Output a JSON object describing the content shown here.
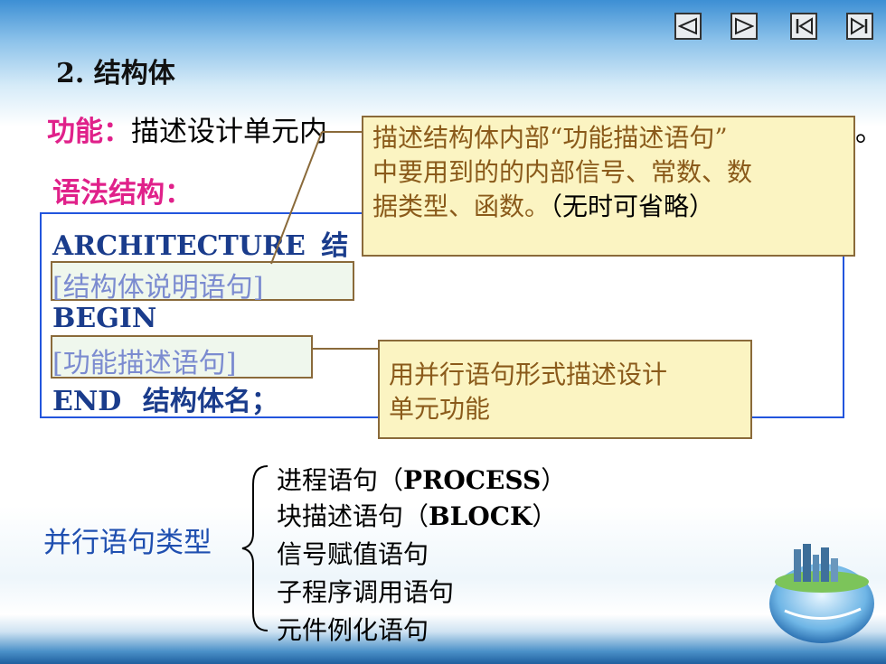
{
  "nav": {
    "buttons": [
      {
        "name": "prev-button",
        "icon": "triangle-left-icon"
      },
      {
        "name": "next-button",
        "icon": "triangle-right-icon"
      },
      {
        "name": "first-button",
        "icon": "skip-first-icon"
      },
      {
        "name": "last-button",
        "icon": "skip-last-icon"
      }
    ]
  },
  "slide": {
    "title": "2. 结构体",
    "function_label": "功能：",
    "function_text_visible": "描述设计单元内",
    "function_tail": "。",
    "syntax_label": "语法结构：",
    "code": {
      "line1_keyword": "ARCHITECTURE",
      "line1_name": "结",
      "line2": "[结构体说明语句]",
      "line3": "BEGIN",
      "line4": "[功能描述语句]",
      "line5_keyword": "END",
      "line5_rest": "结构体名；"
    },
    "callout_top": {
      "line1": "描述结构体内部“功能描述语句”",
      "line2": "中要用到的的内部信号、常数、数",
      "line3_main": "据类型、函数。",
      "line3_note": "（无时可省略）"
    },
    "callout_bottom": {
      "line1": "用并行语句形式描述设计",
      "line2": "单元功能"
    },
    "concurrent_types": {
      "label": "并行语句类型",
      "items": [
        {
          "cn": "进程语句（",
          "en": "PROCESS",
          "end": "）"
        },
        {
          "cn": "块描述语句（",
          "en": "BLOCK",
          "end": "）"
        },
        {
          "cn": "信号赋值语句",
          "en": "",
          "end": ""
        },
        {
          "cn": "子程序调用语句",
          "en": "",
          "end": ""
        },
        {
          "cn": "元件例化语句",
          "en": "",
          "end": ""
        }
      ]
    }
  },
  "colors": {
    "accent_pink": "#e0218a",
    "code_blue": "#1a3c8c",
    "code_border": "#2255dd",
    "callout_bg": "#fbf4c2",
    "callout_border": "#8a6a3a"
  }
}
